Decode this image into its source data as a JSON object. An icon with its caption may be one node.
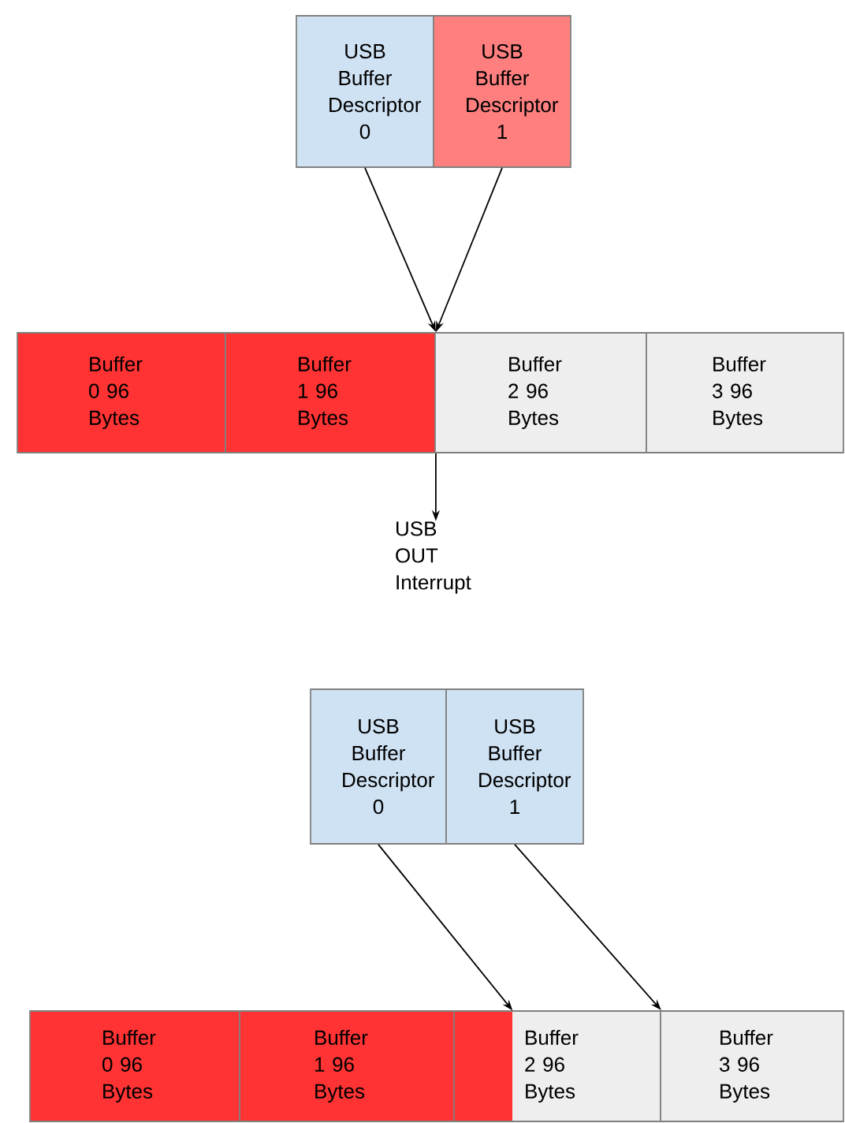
{
  "diagram": {
    "nodes": [
      {
        "text": [
          "USB Buffer Descriptor 0"
        ]
      },
      {
        "text": [
          "USB Buffer Descriptor 1"
        ]
      },
      {
        "text": [
          "Buffer 0 96 Bytes"
        ]
      },
      {
        "text": [
          "Buffer 1 96 Bytes"
        ]
      },
      {
        "text": [
          "Buffer 2 96 Bytes"
        ]
      },
      {
        "text": [
          "Buffer 3 96 Bytes"
        ]
      },
      {
        "text": [
          "USB OUT Interrupt"
        ]
      },
      {
        "text": [
          "USB Buffer Descriptor 0"
        ]
      },
      {
        "text": [
          "USB Buffer Descriptor 1"
        ]
      },
      {
        "text": [
          "Buffer 0 96 Bytes"
        ]
      },
      {
        "text": [
          "Buffer 1 96 Bytes"
        ]
      },
      {
        "text": [
          "Buffer 2 96 Bytes"
        ]
      },
      {
        "text": [
          "Buffer 3 96 Bytes"
        ]
      },
      {
        "text": [],
        "shape": "bar",
        "in": 11
      }
    ],
    "edges": [
      {
        "from": 0,
        "to": 3,
        "arrow": "to"
      },
      {
        "from": 1,
        "to": 3,
        "arrow": "to"
      },
      {
        "from": 3,
        "to": 6,
        "arrow": "to"
      },
      {
        "from": 7,
        "to": 13,
        "arrow": "to"
      },
      {
        "from": 8,
        "to": 11,
        "arrow": "to"
      }
    ]
  }
}
